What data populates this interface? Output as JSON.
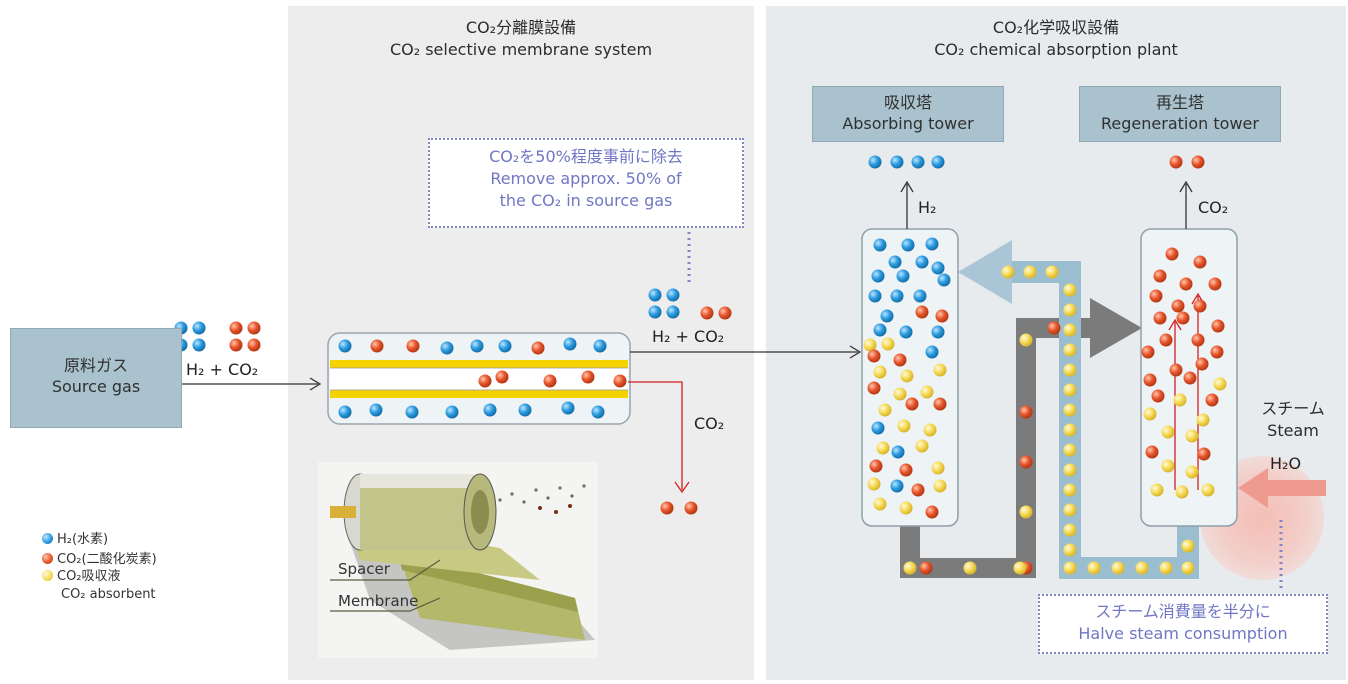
{
  "membrane_system": {
    "title_jp": "CO₂分離膜設備",
    "title_en": "CO₂ selective membrane system"
  },
  "absorption_plant": {
    "title_jp": "CO₂化学吸収設備",
    "title_en": "CO₂ chemical absorption plant"
  },
  "source": {
    "label_jp": "原料ガス",
    "label_en": "Source gas",
    "stream": "H₂ + CO₂"
  },
  "membrane_note": {
    "jp": "CO₂を50%程度事前に除去",
    "en_line1": "Remove approx. 50% of",
    "en_line2": "the CO₂ in source gas"
  },
  "membrane_outputs": {
    "retentate": "H₂ + CO₂",
    "permeate": "CO₂"
  },
  "inset": {
    "spacer": "Spacer",
    "membrane": "Membrane"
  },
  "absorbing_tower": {
    "label_jp": "吸収塔",
    "label_en": "Absorbing tower",
    "output": "H₂"
  },
  "regeneration_tower": {
    "label_jp": "再生塔",
    "label_en": "Regeneration tower",
    "output": "CO₂"
  },
  "steam": {
    "jp": "スチーム",
    "en": "Steam",
    "formula": "H₂O"
  },
  "steam_note": {
    "jp": "スチーム消費量を半分に",
    "en": "Halve steam consumption"
  },
  "legend": {
    "h2": "H₂(水素)",
    "co2": "CO₂(二酸化炭素)",
    "absorbent_jp": "CO₂吸収液",
    "absorbent_en": "CO₂ absorbent"
  },
  "colors": {
    "h2": "#2a9be0",
    "co2": "#e8552c",
    "absorbent": "#f7da55",
    "panel_left": "#ededed",
    "panel_right": "#e7ebee",
    "tower_box": "#a9c2cd",
    "note_text": "#6f77c4"
  }
}
